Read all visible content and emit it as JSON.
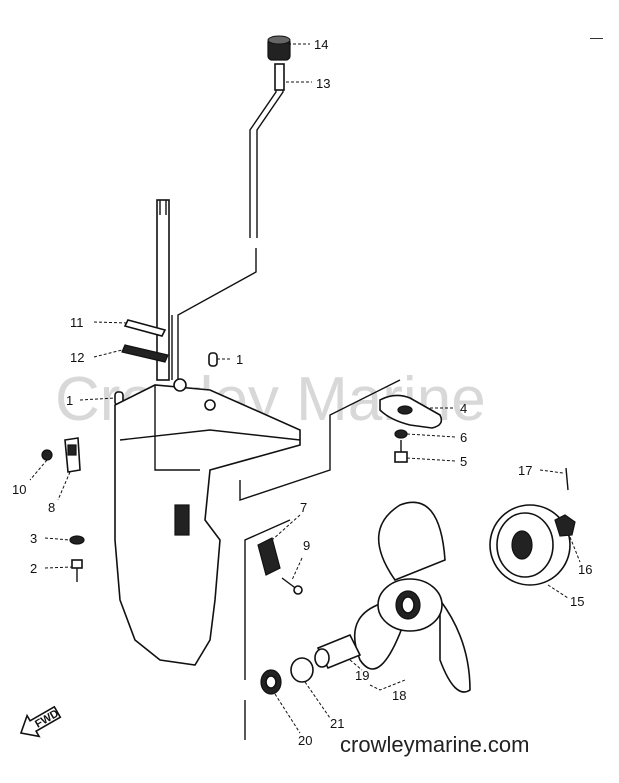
{
  "watermark": "Crowley Marine",
  "footer_site": "crowleymarine.com",
  "fwd_arrow_label": "FWD",
  "corner_mark": "—",
  "callouts": {
    "c1a": "1",
    "c1b": "1",
    "c2": "2",
    "c3": "3",
    "c4": "4",
    "c5": "5",
    "c6": "6",
    "c7": "7",
    "c8": "8",
    "c9": "9",
    "c10": "10",
    "c11": "11",
    "c12": "12",
    "c13": "13",
    "c14": "14",
    "c15": "15",
    "c16": "16",
    "c17": "17",
    "c18": "18",
    "c19": "19",
    "c20": "20",
    "c21": "21"
  }
}
